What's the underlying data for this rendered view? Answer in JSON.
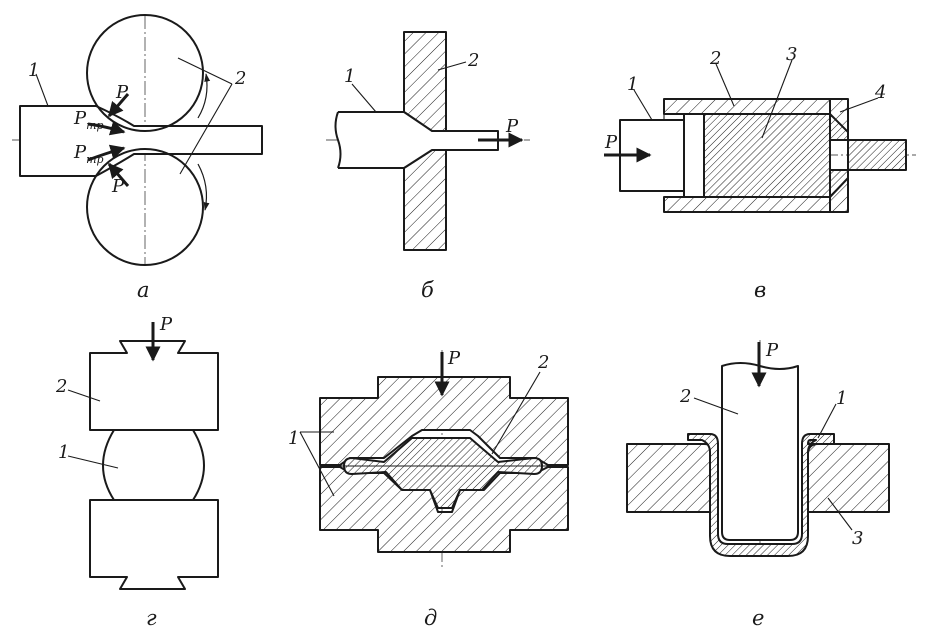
{
  "diagrams": {
    "a": {
      "caption": "а",
      "labels": {
        "workpiece": "1",
        "rolls": "2",
        "force": "P",
        "friction_main": "P",
        "friction_sub": "тр"
      }
    },
    "b": {
      "caption": "б",
      "labels": {
        "workpiece": "1",
        "die": "2",
        "force": "P"
      }
    },
    "v": {
      "caption": "в",
      "labels": {
        "punch": "1",
        "container": "2",
        "billet": "3",
        "die": "4",
        "force": "P"
      }
    },
    "g": {
      "caption": "г",
      "labels": {
        "billet": "1",
        "anvil": "2",
        "force": "P"
      }
    },
    "d": {
      "caption": "д",
      "labels": {
        "die_halves": "1",
        "flash": "2",
        "force": "P"
      }
    },
    "e": {
      "caption": "е",
      "labels": {
        "blank": "1",
        "punch": "2",
        "die": "3",
        "force": "P"
      }
    }
  }
}
